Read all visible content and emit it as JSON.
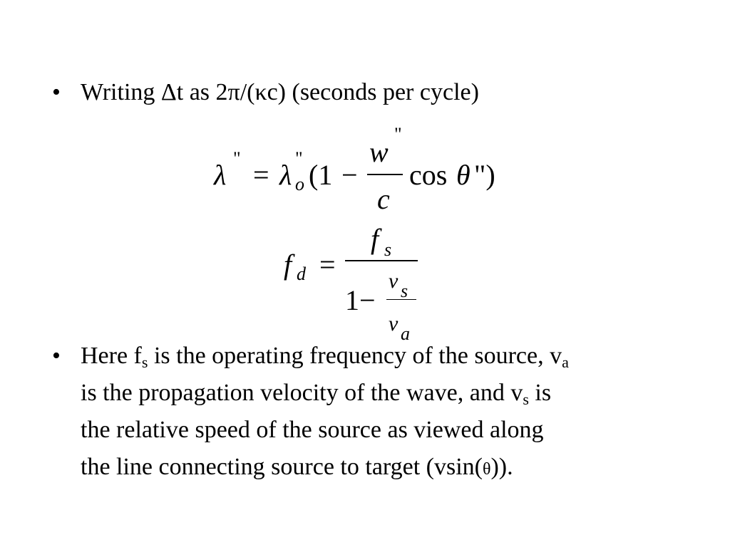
{
  "bullets": [
    {
      "marker": "•",
      "line1": "Writing Δt as 2π/(κc) (seconds per cycle)"
    },
    {
      "marker": "•",
      "p1": "Here f",
      "p1_sub": "s",
      "p2": " is the operating frequency of the source, v",
      "p2_sub": "a",
      "line2a": "is the propagation velocity of the wave, and v",
      "line2_sub": "s",
      "line2b": " is",
      "line3": "the relative speed of the source as viewed along",
      "line4a": "the line connecting source to target (vsin(",
      "line4_theta": "θ",
      "line4b": "))."
    }
  ],
  "equation1": {
    "lhs": "λ",
    "lhs_prime": "\"",
    "equals": "=",
    "rhs_lambda": "λ",
    "rhs_sub": "o",
    "rhs_prime": "\"",
    "open": "(1",
    "minus": "−",
    "num": "w",
    "num_prime": "\"",
    "den": "c",
    "cos": "cos",
    "theta": "θ",
    "tail": "\")"
  },
  "equation2": {
    "lhs": "f",
    "lhs_sub": "d",
    "equals": "=",
    "num": "f",
    "num_sub": "s",
    "one_minus": "1−",
    "inner_num": "v",
    "inner_num_sub": "s",
    "inner_den": "v",
    "inner_den_sub": "a"
  }
}
